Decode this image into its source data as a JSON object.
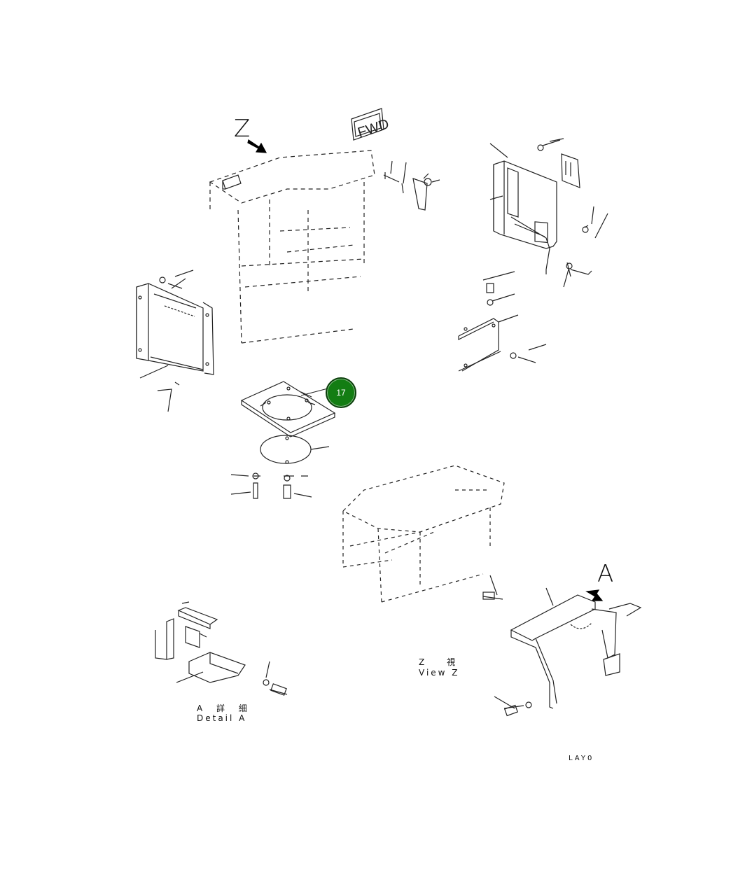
{
  "diagram": {
    "view_z_letter": "Z",
    "view_a_letter": "A",
    "fwd_label": "FWD",
    "callout_number": "17",
    "view_z_caption": [
      "Z",
      "視"
    ],
    "view_z_caption_en": "View Z",
    "detail_a_caption": [
      "A",
      "詳",
      "細"
    ],
    "detail_a_caption_en": "Detail A",
    "drawing_number": "LAY0",
    "callout_color": "#137d13"
  }
}
